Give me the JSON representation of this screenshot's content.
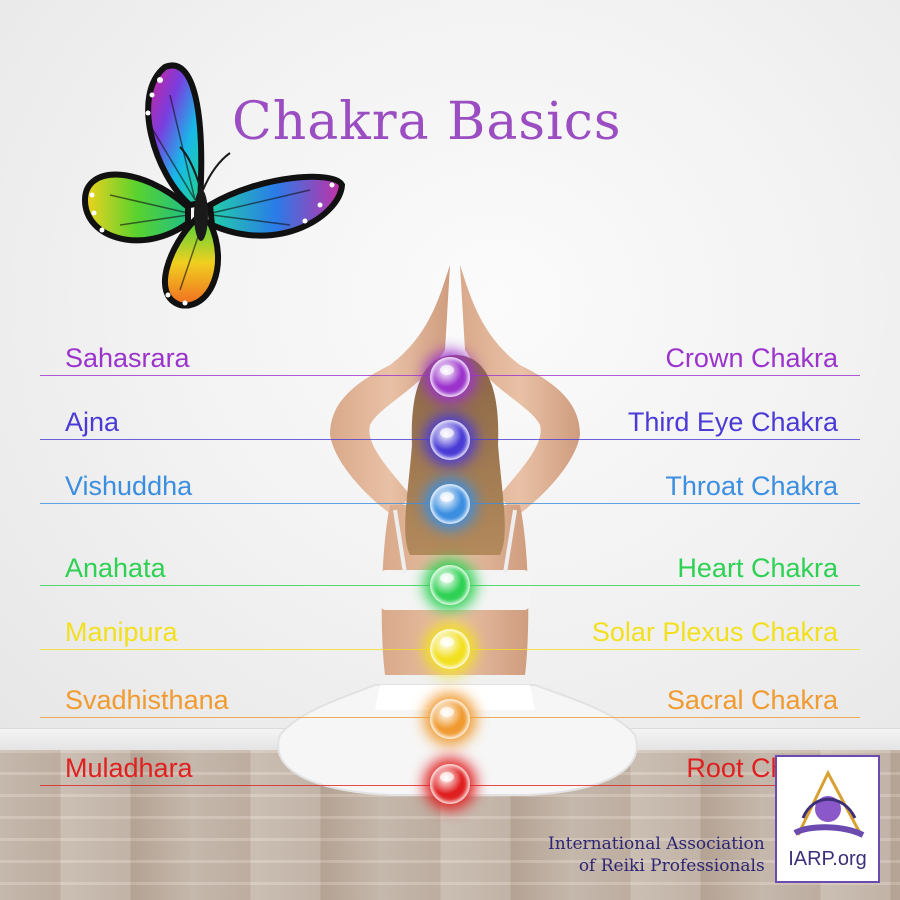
{
  "title": "Chakra Basics",
  "chakras": [
    {
      "sanskrit": "Sahasrara",
      "english": "Crown Chakra",
      "color": "#9b33cc"
    },
    {
      "sanskrit": "Ajna",
      "english": "Third Eye Chakra",
      "color": "#4a3bd6"
    },
    {
      "sanskrit": "Vishuddha",
      "english": "Throat Chakra",
      "color": "#3b8ee0"
    },
    {
      "sanskrit": "Anahata",
      "english": "Heart Chakra",
      "color": "#2ed153"
    },
    {
      "sanskrit": "Manipura",
      "english": "Solar Plexus Chakra",
      "color": "#f2e020"
    },
    {
      "sanskrit": "Svadhisthana",
      "english": "Sacral Chakra",
      "color": "#f09a30"
    },
    {
      "sanskrit": "Muladhara",
      "english": "Root Chakra",
      "color": "#e02020"
    }
  ],
  "organization": {
    "line1": "International Association",
    "line2": "of Reiki Professionals",
    "logo_text": "IARP.org"
  },
  "colors": {
    "title": "#9b4dc2",
    "logo_border": "#6b4bb0",
    "org_text": "#2d2573"
  }
}
